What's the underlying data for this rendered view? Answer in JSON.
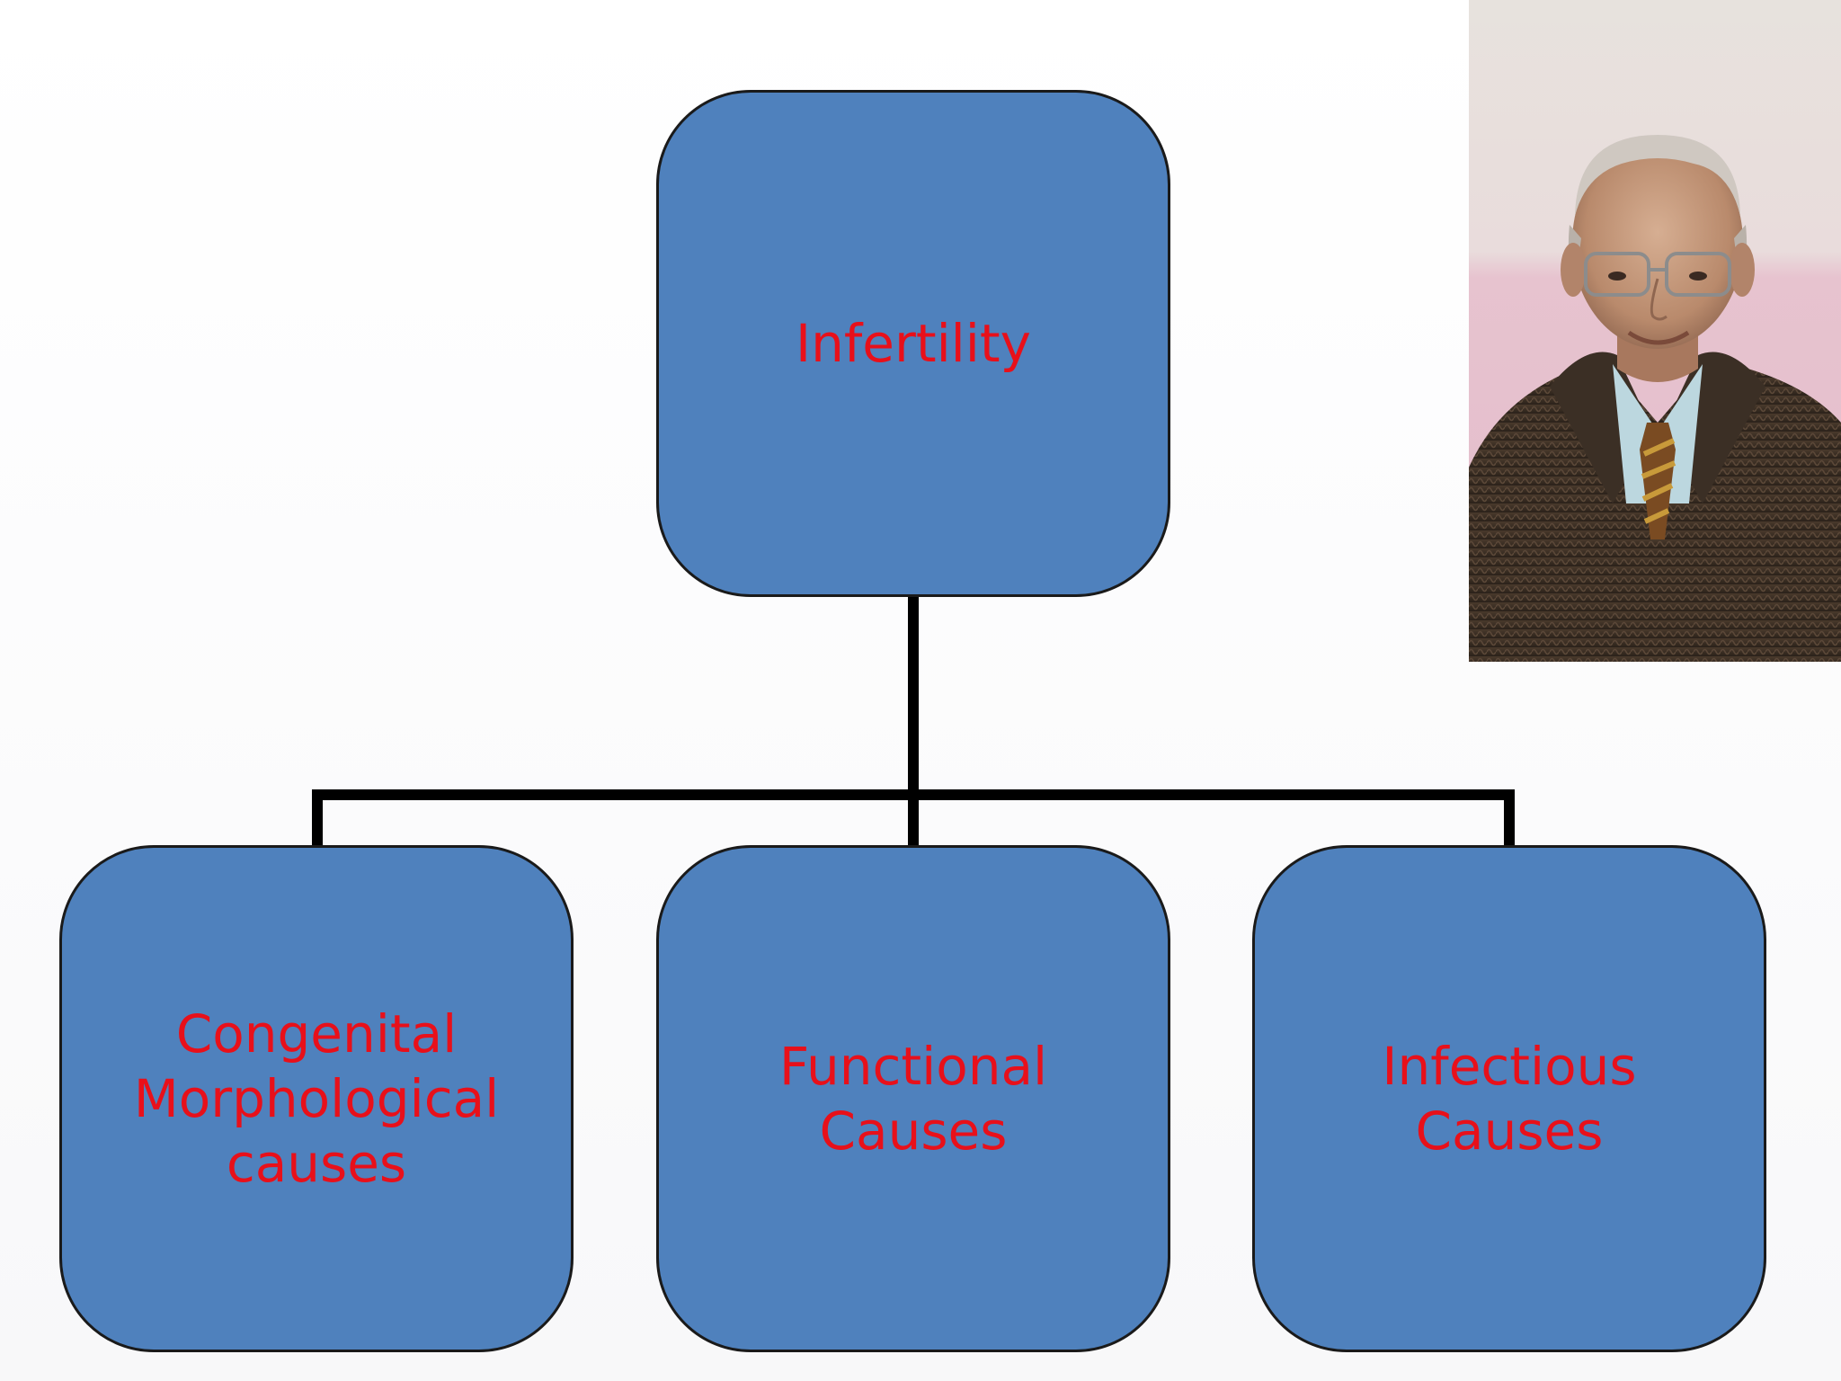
{
  "diagram": {
    "root": {
      "label": "Infertility"
    },
    "children": [
      {
        "label": "Congenital\nMorphological\ncauses"
      },
      {
        "label": "Functional\nCauses"
      },
      {
        "label": "Infectious\nCauses"
      }
    ]
  },
  "colors": {
    "box_fill": "#4f81bd",
    "box_border": "#1a1a1a",
    "label_text": "#e8101a",
    "connector": "#000000"
  },
  "photo": {
    "subject": "portrait-of-presenter"
  }
}
